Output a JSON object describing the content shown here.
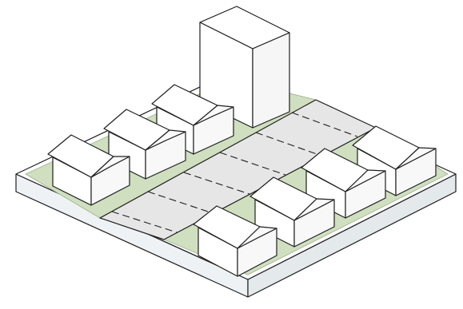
{
  "diagram": {
    "kind": "isometric-block",
    "colors": {
      "background": "#ffffff",
      "base_top": "#ffffff",
      "base_side_left": "#eef2f4",
      "base_side_right": "#e4e9ec",
      "lawn": "#cfdfbf",
      "lot_border": "#c4cdb6",
      "parking": "#e6e6e6",
      "building_roof_left": "#ffffff",
      "building_roof_right": "#fafafa",
      "building_front": "#ffffff",
      "building_side": "#f8f8f8",
      "tower_front": "#ffffff",
      "tower_side": "#f6f6f6",
      "outline": "#1f1f1f"
    },
    "elements": [
      "ground-slab",
      "left-lot-lawn",
      "right-lot-lawn",
      "parking-lot",
      "parking-stall-lines",
      "tower-building",
      "left-row-houses",
      "right-row-houses"
    ],
    "counts": {
      "houses_left_row": 3,
      "houses_right_row": 4,
      "towers": 1,
      "parking_stall_lines": 6
    }
  }
}
